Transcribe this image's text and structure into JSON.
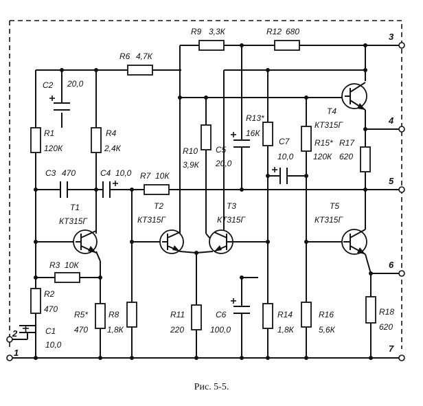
{
  "caption": "Рис. 5-5.",
  "resistors": [
    {
      "ref": "R1",
      "val": "120К"
    },
    {
      "ref": "R2",
      "val": "470"
    },
    {
      "ref": "R3",
      "val": "10К"
    },
    {
      "ref": "R4",
      "val": "2,4К"
    },
    {
      "ref": "R5*",
      "val": "470"
    },
    {
      "ref": "R6",
      "val": "4,7К"
    },
    {
      "ref": "R7",
      "val": "10К"
    },
    {
      "ref": "R8",
      "val": "1,8К"
    },
    {
      "ref": "R9",
      "val": "3,3К"
    },
    {
      "ref": "R10",
      "val": "3,9К"
    },
    {
      "ref": "R11",
      "val": "220"
    },
    {
      "ref": "R12",
      "val": "680"
    },
    {
      "ref": "R13*",
      "val": "16К"
    },
    {
      "ref": "R14",
      "val": "1,8К"
    },
    {
      "ref": "R15*",
      "val": "120К"
    },
    {
      "ref": "R16",
      "val": "5,6К"
    },
    {
      "ref": "R17",
      "val": "620"
    },
    {
      "ref": "R18",
      "val": "620"
    }
  ],
  "capacitors": [
    {
      "ref": "C1",
      "val": "10,0"
    },
    {
      "ref": "C2",
      "val": "20,0"
    },
    {
      "ref": "C3",
      "val": "470"
    },
    {
      "ref": "C4",
      "val": "10,0"
    },
    {
      "ref": "C5",
      "val": "20,0"
    },
    {
      "ref": "C6",
      "val": "100,0"
    },
    {
      "ref": "C7",
      "val": "10,0"
    }
  ],
  "transistors": [
    {
      "ref": "T1",
      "type": "КТ315Г"
    },
    {
      "ref": "T2",
      "type": "КТ315Г"
    },
    {
      "ref": "T3",
      "type": "КТ315Г"
    },
    {
      "ref": "T4",
      "type": "КТ315Г"
    },
    {
      "ref": "T5",
      "type": "КТ315Г"
    }
  ],
  "terminals": [
    "1",
    "2",
    "3",
    "4",
    "5",
    "6",
    "7"
  ]
}
